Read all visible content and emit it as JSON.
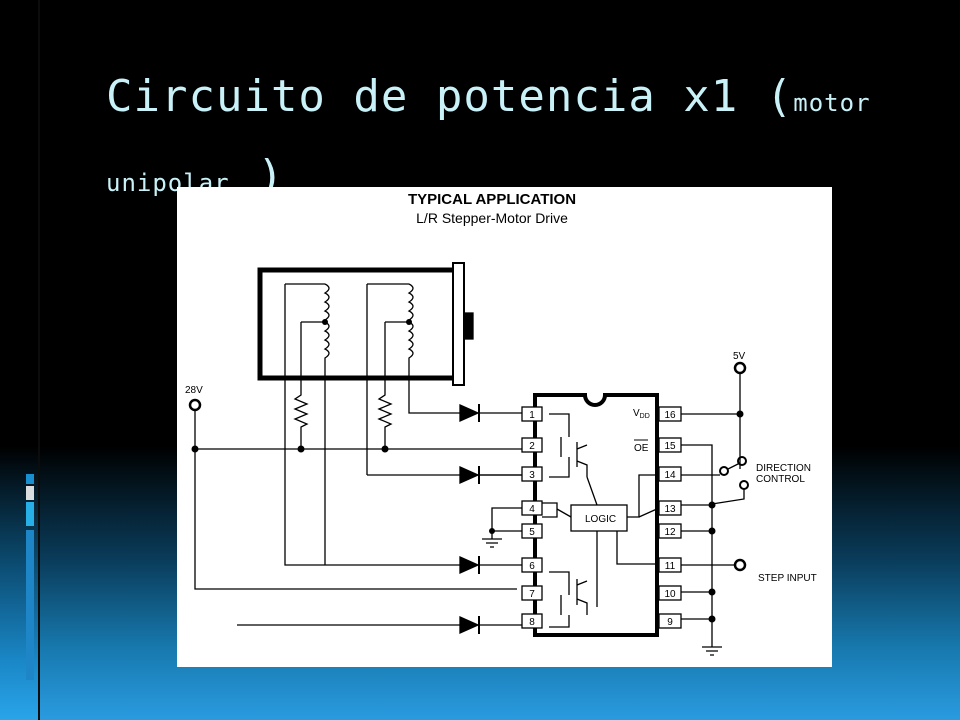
{
  "slide": {
    "title_main": "Circuito de potencia x1 (",
    "title_small_1": "motor",
    "title_small_2": "unipolar",
    "title_close": ")"
  },
  "diagram": {
    "heading": "TYPICAL APPLICATION",
    "subheading": "L/R Stepper-Motor Drive",
    "supply_high": "28V",
    "supply_logic": "5V",
    "logic_block": "LOGIC",
    "vdd_label": "V",
    "vdd_sub": "DD",
    "oe_label": "OE",
    "direction_label_1": "DIRECTION",
    "direction_label_2": "CONTROL",
    "step_label": "STEP INPUT",
    "pins_left": [
      "1",
      "2",
      "3",
      "4",
      "5",
      "6",
      "7",
      "8"
    ],
    "pins_right": [
      "16",
      "15",
      "14",
      "13",
      "12",
      "11",
      "10",
      "9"
    ]
  }
}
